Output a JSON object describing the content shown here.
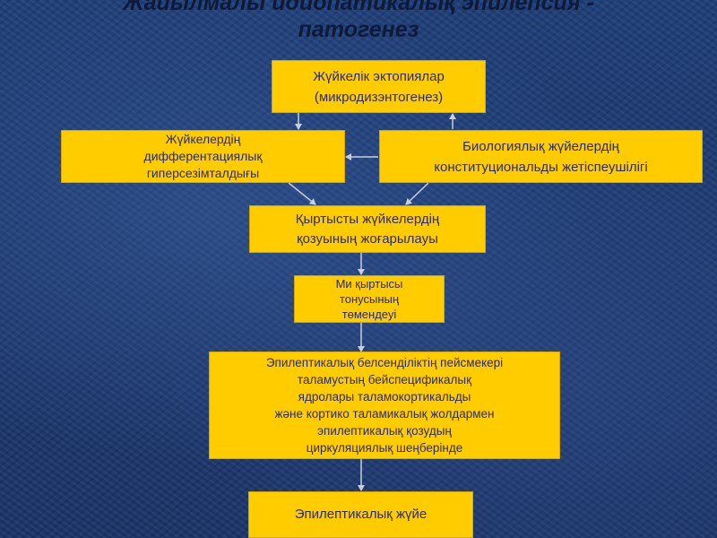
{
  "title": {
    "line1": "Жайылмалы идиопатикалық эпилепсия -",
    "line2": "патогенез"
  },
  "nodes": {
    "ectopia": {
      "line1": "Жүйкелік эктопиялар",
      "line2": "(микродизэнтогенез)"
    },
    "hypersensitivity": {
      "line1": "Жүйкелердің",
      "line2": "дифферентациялық",
      "line3": "гиперсезімталдығы"
    },
    "insufficiency": {
      "line1": "Биологиялық жүйелердің",
      "line2": "конституциональды жетіспеушілігі"
    },
    "excitation": {
      "line1": "Қыртысты жүйкелердің",
      "line2": "қозуының жоғарылауы"
    },
    "tonus": {
      "line1": "Ми қыртысы",
      "line2": "тонусының",
      "line3": "төмендеуі"
    },
    "pacemaker": {
      "line1": "Эпилептикалық белсенділіктің пейсмекері",
      "line2": "таламустың бейспецификалық",
      "line3": "ядролары таламокортикальды",
      "line4": "және кортико таламикалық жолдармен",
      "line5": "эпилептикалық қозудың",
      "line6": "циркуляциялық шеңберінде"
    },
    "system": {
      "line1": "Эпилептикалық жүйе"
    }
  },
  "colors": {
    "box_fill": "#ffcc00",
    "box_text": "#2b2b6b",
    "arrow": "#c8cee0",
    "background": "#1c3a73",
    "title_text": "#0d1a3a"
  }
}
